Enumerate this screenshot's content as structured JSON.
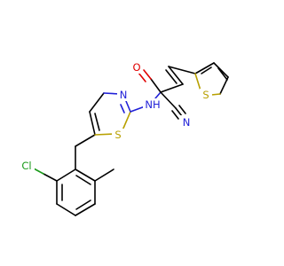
{
  "molecule": {
    "colors": {
      "carbon_bond": "#000000",
      "sulfur": "#b8a000",
      "nitrogen": "#2020d8",
      "oxygen": "#e00000",
      "chlorine": "#1a9a1a"
    },
    "labels": {
      "oxygen": "O",
      "amide_nh": "NH",
      "thiazole_n": "N",
      "thiazole_s": "S",
      "thiophene_s": "S",
      "nitrile_n": "N",
      "chlorine": "Cl"
    }
  }
}
